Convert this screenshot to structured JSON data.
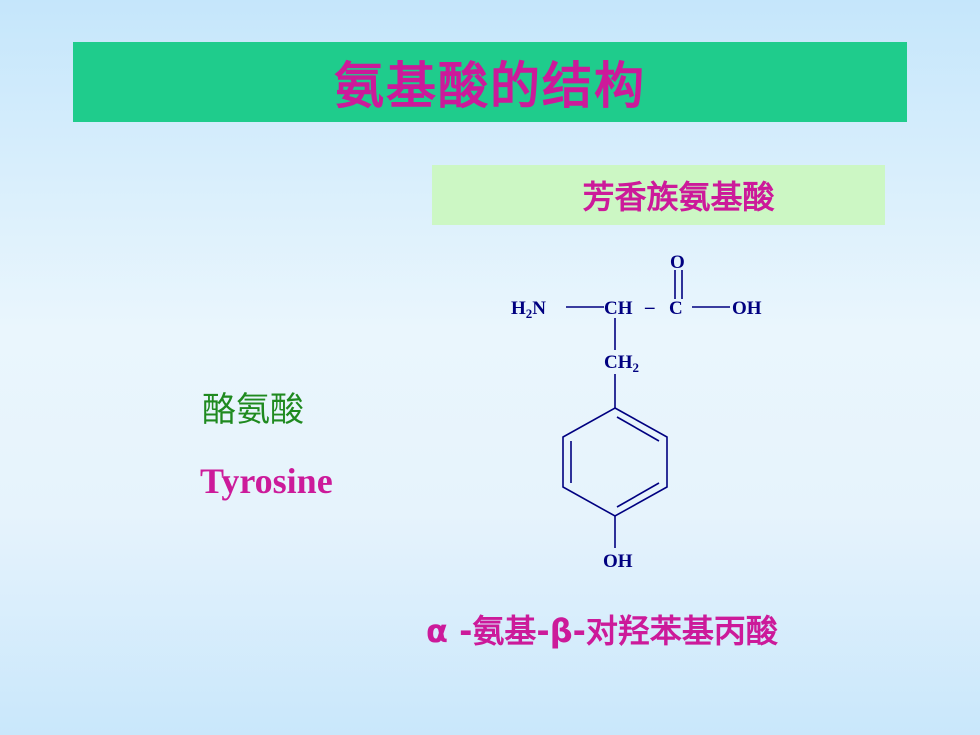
{
  "title": "氨基酸的结构",
  "subtitle": "芳香族氨基酸",
  "amino_acid": {
    "name_cn": "酪氨酸",
    "name_en": "Tyrosine",
    "iupac_name": "α -氨基-β-对羟苯基丙酸"
  },
  "structure": {
    "carbonyl_o": "O",
    "amine_h": "H",
    "amine_sub": "2",
    "amine_n": "N",
    "alpha_ch": "CH",
    "bond_dash": "–",
    "carboxyl_c": "C",
    "carboxyl_oh": "OH",
    "ch2_c": "CH",
    "ch2_sub": "2",
    "para_oh": "OH"
  },
  "colors": {
    "title_bar": "#1fcc8c",
    "title_text": "#cc1a9a",
    "subtitle_bar": "#ccf7c4",
    "name_cn": "#1f8a1f",
    "structure": "#000080"
  }
}
